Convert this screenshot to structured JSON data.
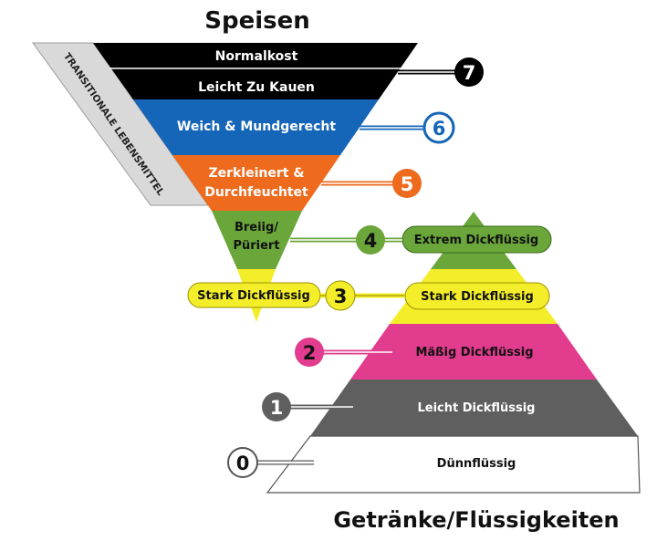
{
  "titles": {
    "food": "Speisen",
    "drinks": "Getränke/Flüssigkeiten"
  },
  "transitional": "TRANSITIONALE LEBENSMITTEL",
  "food_levels": {
    "normal": "Normalkost",
    "easy_chew": "Leicht Zu Kauen",
    "soft": "Weich & Mundgerecht",
    "minced_1": "Zerkleinert &",
    "minced_2": "Durchfeuchtet",
    "puree_1": "Breiig/",
    "puree_2": "Püriert",
    "extreme_thick": "Stark Dickflüssig"
  },
  "drink_levels": {
    "extreme": "Extrem Dickflüssig",
    "extreme_thick": "Stark Dickflüssig",
    "moderate": "Mäßig Dickflüssig",
    "mild": "Leicht Dickflüssig",
    "thin": "Dünnflüssig"
  },
  "level_numbers": {
    "n0": "0",
    "n1": "1",
    "n2": "2",
    "n3": "3",
    "n4": "4",
    "n5": "5",
    "n6": "6",
    "n7": "7"
  },
  "colors": {
    "level7": "#000000",
    "level6": "#1565b8",
    "level5": "#ee6a1d",
    "level4": "#6aa63a",
    "level3": "#f4ee2a",
    "level2": "#e13c8e",
    "level1": "#5f5f5f",
    "level0": "#ffffff",
    "transitional": "#d9d9d9"
  }
}
